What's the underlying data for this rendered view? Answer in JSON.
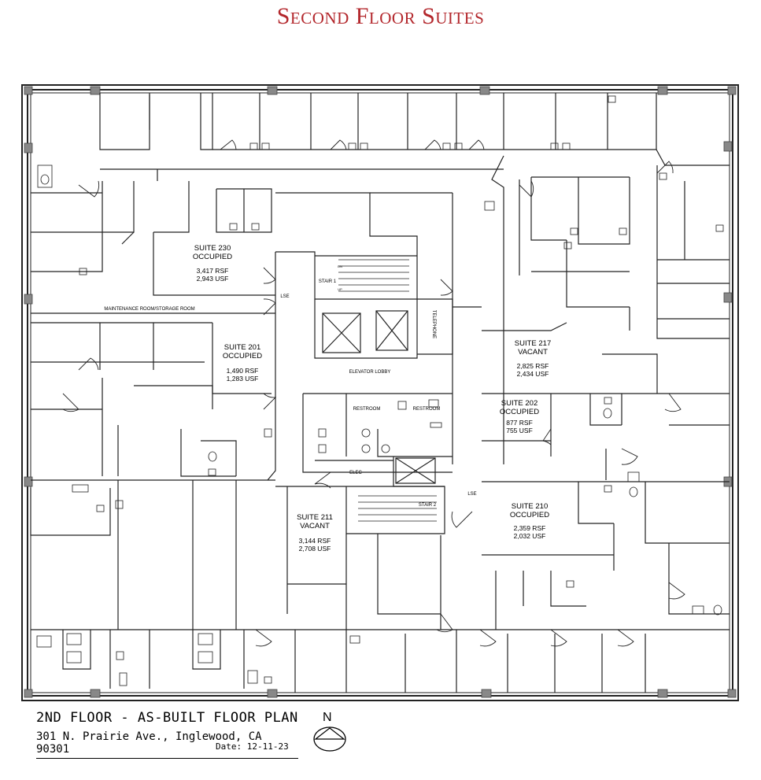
{
  "header": {
    "title": "Second Floor Suites"
  },
  "suites": [
    {
      "id": "230",
      "name": "SUITE 230",
      "status": "OCCUPIED",
      "rsf": "3,417 RSF",
      "usf": "2,943 USF"
    },
    {
      "id": "201",
      "name": "SUITE 201",
      "status": "OCCUPIED",
      "rsf": "1,490 RSF",
      "usf": "1,283 USF"
    },
    {
      "id": "217",
      "name": "SUITE 217",
      "status": "VACANT",
      "rsf": "2,825 RSF",
      "usf": "2,434 USF"
    },
    {
      "id": "202",
      "name": "SUITE 202",
      "status": "OCCUPIED",
      "rsf": "877 RSF",
      "usf": "755 USF"
    },
    {
      "id": "211",
      "name": "SUITE 211",
      "status": "VACANT",
      "rsf": "3,144 RSF",
      "usf": "2,708 USF"
    },
    {
      "id": "210",
      "name": "SUITE 210",
      "status": "OCCUPIED",
      "rsf": "2,359 RSF",
      "usf": "2,032 USF"
    }
  ],
  "rooms": {
    "maintenance": "MAINTENANCE ROOM/STORAGE ROOM",
    "elevator_lobby": "ELEVATOR LOBBY",
    "restroom_left": "RESTROOM",
    "restroom_right": "RESTROOM",
    "elec": "ELEC",
    "telephone": "TELEPHONE",
    "stair1": "STAIR 1",
    "stair2": "STAIR 2",
    "lse_top": "LSE",
    "lse_bottom": "LSE",
    "dn": "DN",
    "up": "UP"
  },
  "title_block": {
    "line1": "2ND FLOOR - AS-BUILT FLOOR PLAN",
    "line2": "301 N. Prairie Ave., Inglewood, CA 90301",
    "date": "Date: 12-11-23",
    "north": "N"
  }
}
